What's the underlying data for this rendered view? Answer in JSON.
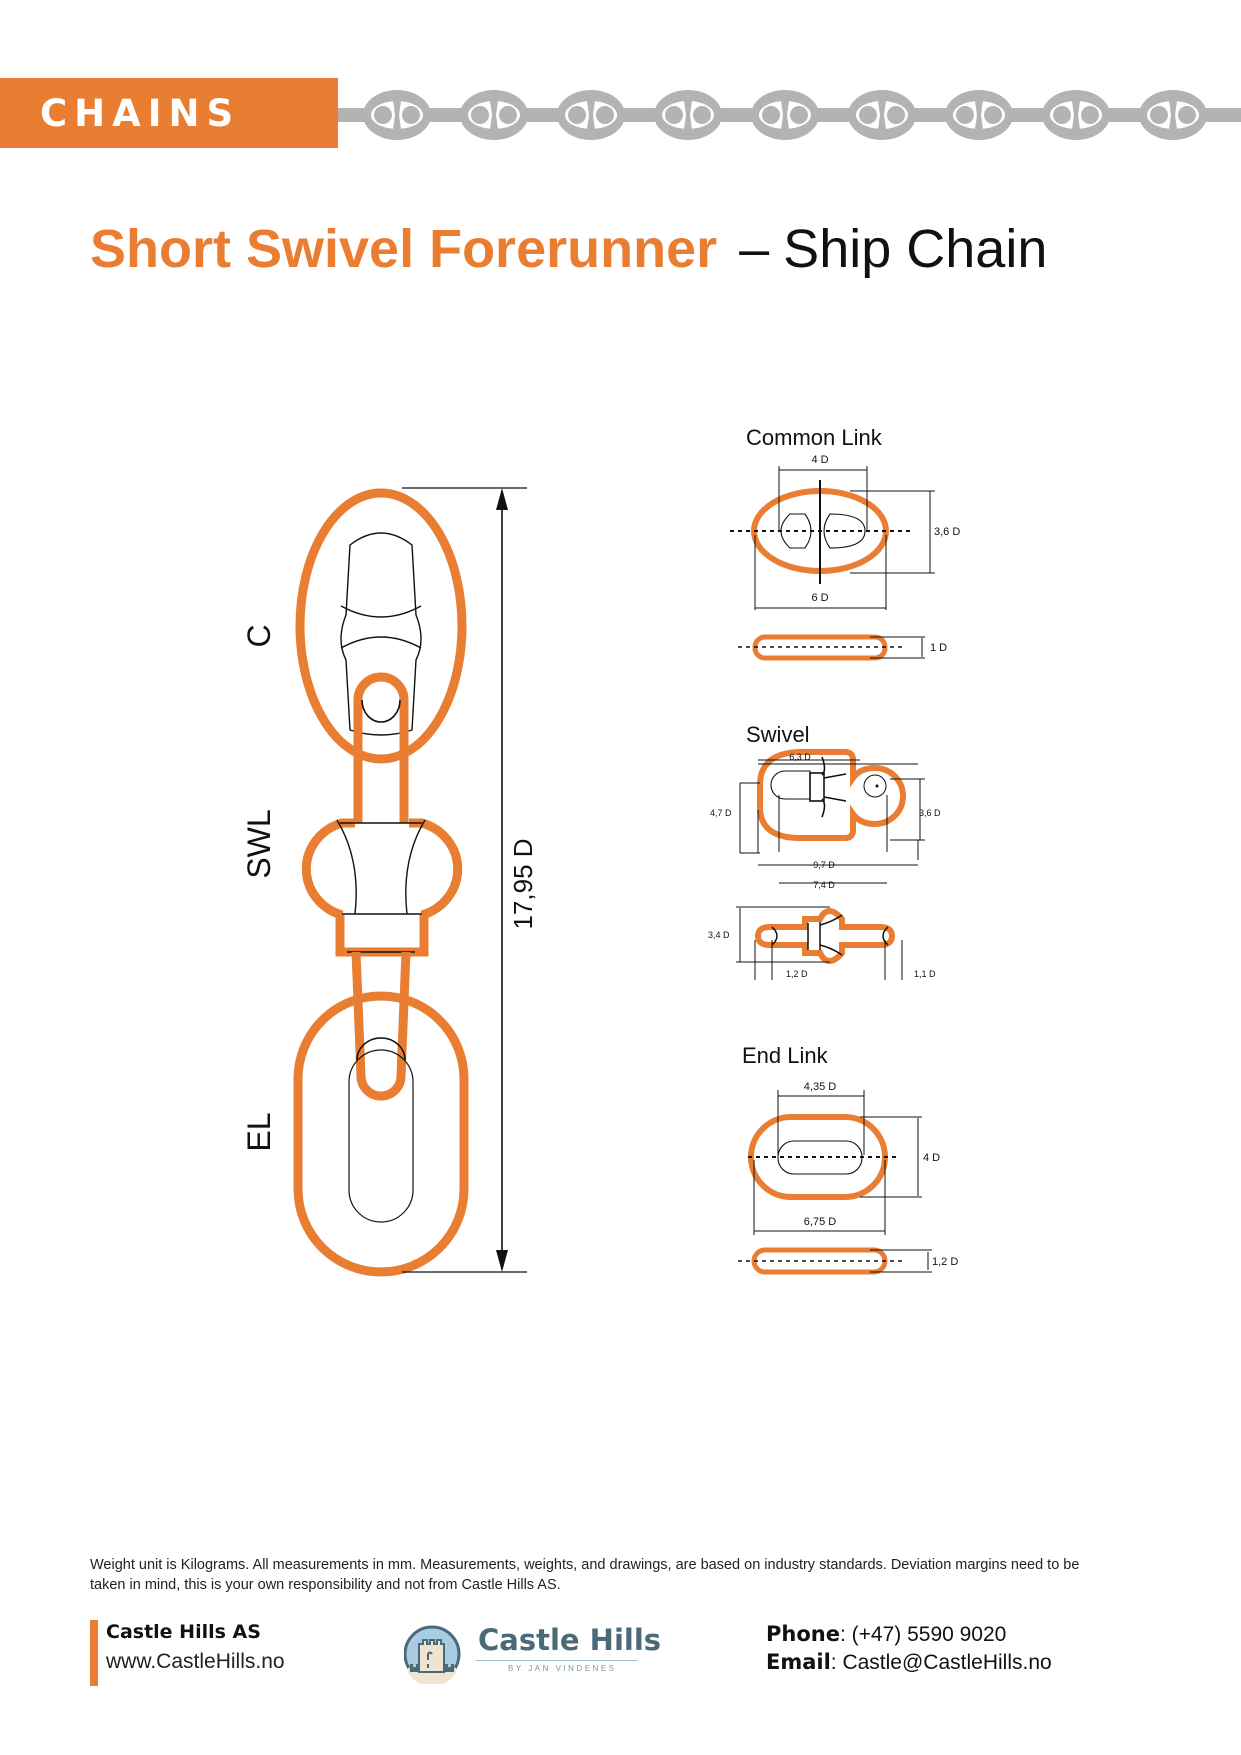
{
  "header": {
    "section_label": "CHAINS",
    "accent_color": "#e97d32",
    "chain_strip_color": "#b3b3b3",
    "chain_strip_link_count": 9
  },
  "title": {
    "product": "Short Swivel Forerunner",
    "separator": "–",
    "category": "Ship Chain"
  },
  "main_drawing": {
    "labels": [
      "C",
      "SWL",
      "EL"
    ],
    "overall_dimension": "17,95 D"
  },
  "details": {
    "common_link": {
      "title": "Common Link",
      "dims": {
        "inner_length": "4 D",
        "outer_length": "6 D",
        "width": "3,6 D",
        "thickness": "1 D"
      }
    },
    "swivel": {
      "title": "Swivel",
      "dims": {
        "body_length": "6,3 D",
        "body_width": "4,7 D",
        "eye_width": "3,6 D",
        "overall_length": "9,7 D",
        "inner_length": "7,4 D",
        "side_height": "3,4 D",
        "left_bar": "1,2 D",
        "right_bar": "1,1 D"
      }
    },
    "end_link": {
      "title": "End Link",
      "dims": {
        "inner_length": "4,35 D",
        "outer_length": "6,75 D",
        "width": "4 D",
        "thickness": "1,2 D"
      }
    }
  },
  "footer": {
    "disclaimer": "Weight unit is Kilograms. All measurements in mm. Measurements, weights, and drawings, are based on industry standards. Deviation margins need to be taken in mind, this is your own responsibility and not from Castle Hills AS.",
    "company_name": "Castle Hills AS",
    "website": "www.CastleHills.no",
    "logo_text": "Castle Hills",
    "logo_tagline": "BY JAN VINDENES",
    "phone_label": "Phone",
    "phone_value": ": (+47) 5590 9020",
    "email_label": "Email",
    "email_value": ": Castle@CastleHills.no"
  }
}
